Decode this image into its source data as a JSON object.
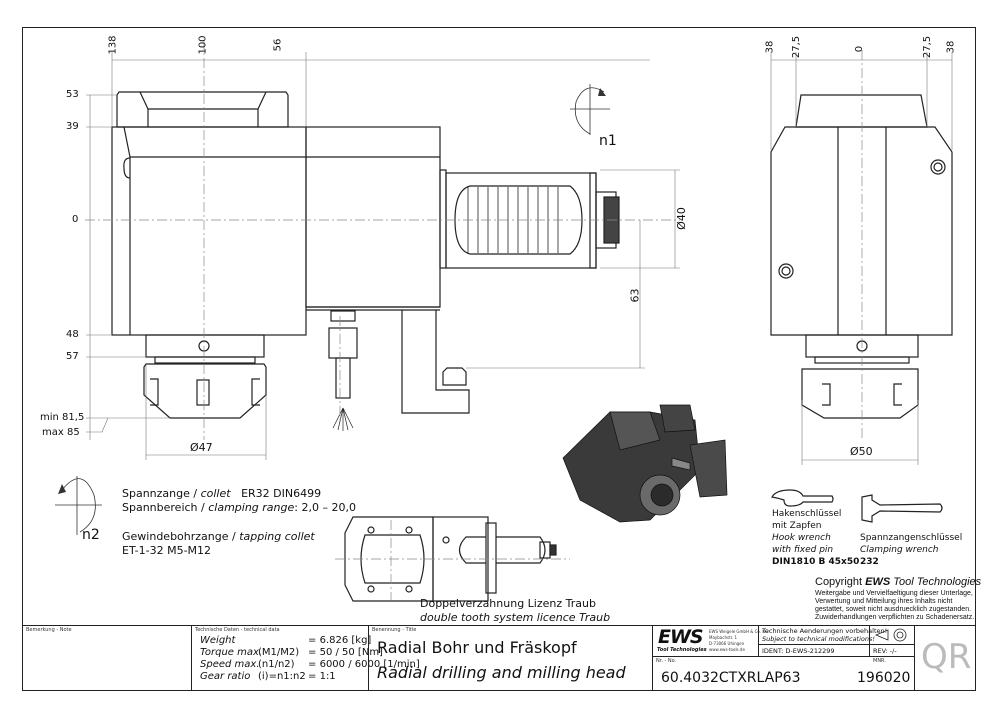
{
  "front_view": {
    "dims_top": [
      "138",
      "100",
      "56"
    ],
    "dims_left": [
      "53",
      "39",
      "0",
      "48",
      "57",
      "min 81,5",
      "max 85"
    ],
    "dia_collet": "Ø47",
    "dia_spindle": "Ø40",
    "dim_offset": "63"
  },
  "side_view": {
    "dims_top": [
      "38",
      "27,5",
      "0",
      "27,5",
      "38"
    ],
    "dia_collet": "Ø50"
  },
  "rotation": {
    "n1": "n1",
    "n2": "n2"
  },
  "collet_info": {
    "line1_de": "Spannzange /",
    "line1_en": "collet",
    "line1_spec": "ER32    DIN6499",
    "line2_de": "Spannbereich /",
    "line2_en": "clamping range",
    "line2_spec": ": 2,0 – 20,0",
    "line3_de": "Gewindebohrzange /",
    "line3_en": "tapping collet",
    "line4": "ET-1-32   M5-M12"
  },
  "top_view": {
    "caption_de": "Doppelverzahnung Lizenz Traub",
    "caption_en": "double tooth system licence Traub"
  },
  "wrenches": {
    "hook": {
      "de1": "Hakenschlüssel",
      "de2": "mit Zapfen",
      "en1": "Hook wrench",
      "en2": "with fixed pin",
      "code": "DIN1810 B 45x50"
    },
    "clamping": {
      "de": "Spannzangenschlüssel",
      "en": "Clamping wrench",
      "code": "232"
    }
  },
  "copyright": {
    "title_prefix": "Copyright ",
    "title_brand": "EWS",
    "title_suffix": " Tool Technologies",
    "lines": [
      "Weitergabe und Vervielfaeltigung dieser Unterlage,",
      "Verwertung und Mitteilung ihres Inhalts nicht",
      "gestattet, soweit nicht ausdruecklich zugestanden.",
      "Zuwiderhandlungen verpflichten zu Schadenersatz."
    ]
  },
  "title_block": {
    "note_label": "Bemerkung - Note",
    "tech_label": "Technische Daten - technical data",
    "tech_rows": [
      {
        "label": "Weight",
        "param": "",
        "eq": "=",
        "value": "6.826 [kg]"
      },
      {
        "label": "Torque max.",
        "param": "(M1/M2)",
        "eq": "=",
        "value": "50 / 50 [Nm]"
      },
      {
        "label": "Speed max.",
        "param": "(n1/n2)",
        "eq": "=",
        "value": "6000 / 6000 [1/min]"
      },
      {
        "label": "Gear ratio",
        "param": "(i)=n1:n2",
        "eq": "=",
        "value": "1:1"
      }
    ],
    "name_label": "Benennung - Title",
    "title_de": "Radial Bohr und Fräskopf",
    "title_en": "Radial drilling and milling head",
    "logo_text": "EWS",
    "logo_sub": "Tool Technologies",
    "company_lines": [
      "EWS Weigele GmbH & Co. KG",
      "Maybachstr. 1",
      "D-73066 Uhingen",
      "www.ews-tools.de"
    ],
    "modif_de": "Technische Aenderungen vorbehalten!",
    "modif_en": "Subject to technical modifications!",
    "ident": "IDENT:   D-EWS-212299",
    "rev": "REV:   -/-",
    "nr_label": "Nr. - No.",
    "part_number": "60.4032CTXRLAP63",
    "mnr_label": "MNR.",
    "mnr": "196020",
    "qr": "QR"
  }
}
